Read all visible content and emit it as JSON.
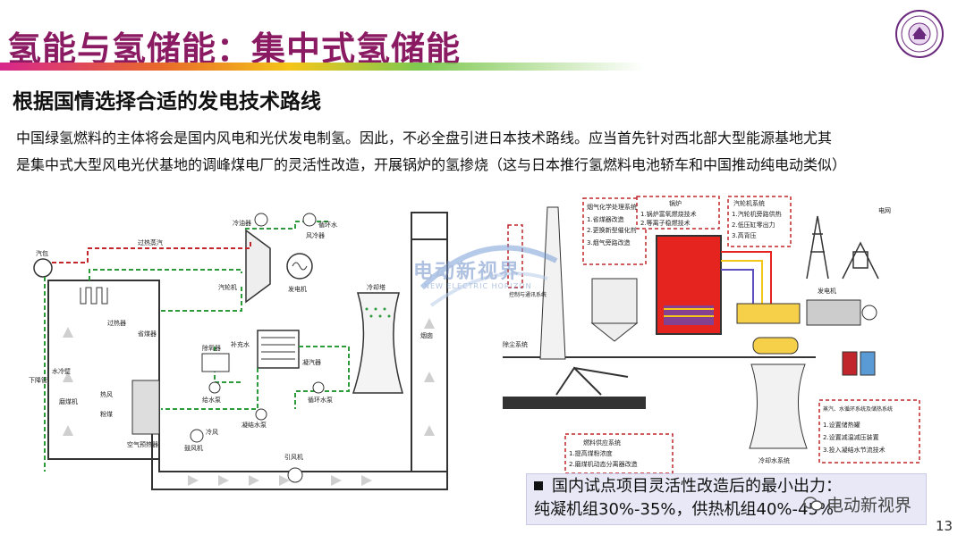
{
  "title": "氢能与氢储能：集中式氢储能",
  "subtitle": "根据国情选择合适的发电技术路线",
  "paragraph": {
    "line1": "中国绿氢燃料的主体将会是国内风电和光伏发电制氢。因此，不必全盘引进日本技术路线。应当首先针对西北部大型能源基地尤其",
    "line2": "是集中式大型风电光伏基地的调峰煤电厂的灵活性改造，开展锅炉的氢掺烧（这与日本推行氢燃料电池轿车和中国推动纯电动类似）"
  },
  "left_diagram": {
    "labels": {
      "steam_drum": "汽包",
      "superheated_steam": "过热蒸汽",
      "condenser_top": "冷油器",
      "circ_water": "循环水",
      "fan_cooler": "风冷器",
      "turbine": "汽轮机",
      "generator": "发电机",
      "cooling_tower": "冷却塔",
      "superheater": "过热器",
      "economizer": "省煤器",
      "deaerator": "除氧器",
      "makeup_water": "补充水",
      "condenser": "凝汽器",
      "water_wall": "水冷壁",
      "downcomer": "下降管",
      "hot_air": "热风",
      "pulverized_coal": "粉煤",
      "coal_mill": "磨煤机",
      "feed_pump": "给水泵",
      "cond_pump": "凝结水泵",
      "circ_pump": "循环水泵",
      "cold_air": "冷风",
      "blower": "鼓风机",
      "air_preheater": "空气预热器",
      "id_fan": "引风机",
      "chimney": "烟囱"
    }
  },
  "right_diagram": {
    "labels": {
      "chemical": "烟气化学处理系统",
      "chemical_items": [
        "1.省煤器改造",
        "2.更换新型催化剂",
        "3.烟气旁路改造"
      ],
      "boiler": "锅炉",
      "boiler_items": [
        "1.锅炉富氧燃烧技术",
        "2.等离子稳燃技术"
      ],
      "turbine": "汽轮机系统",
      "turbine_items": [
        "1.汽轮机旁路供热",
        "2.低压缸零出力",
        "3.高背压"
      ],
      "grid": "电网",
      "control": "控制与通讯系统",
      "dust": "除尘系统",
      "generator": "发电机",
      "fuel": "燃料供应系统",
      "fuel_items": [
        "1.提高煤粉浓度",
        "2.磨煤机动态分离器改造"
      ],
      "water": "冷却水系统",
      "storage": "蒸汽、水循环系统及储热系统",
      "storage_items": [
        "1.设置储热罐",
        "2.设置减温减压装置",
        "3.投入凝结水节流技术"
      ]
    }
  },
  "watermark_center": {
    "cn": "电动新视界",
    "en": "NEW ELECTRIC HORIZON"
  },
  "callout": {
    "line1": "国内试点项目灵活性改造后的最小出力：",
    "line2": "纯凝机组30%-35%，供热机组40%-45%"
  },
  "watermark": "电动新视界",
  "page_number": "13",
  "colors": {
    "title": "#8a1a62",
    "steam_line": "#c0262c",
    "water_line": "#2e9b3a",
    "callout_bg": "#e8e8f6"
  }
}
